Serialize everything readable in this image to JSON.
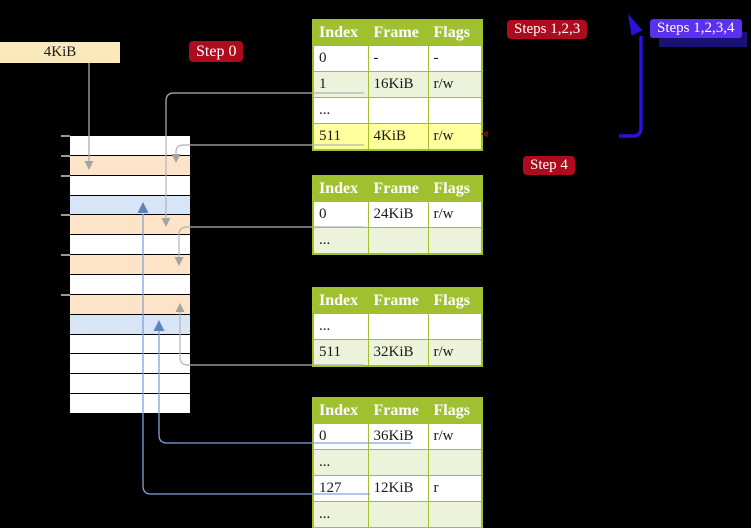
{
  "labels": {
    "frame_size": "4KiB"
  },
  "badges": {
    "step0": "Step 0",
    "steps123": "Steps 1,2,3",
    "steps1234": "Steps 1,2,3,4",
    "step4": "Step 4"
  },
  "colors": {
    "background": "#000000",
    "table_header_green": "#a0c030",
    "table_row_light_green": "#edf2da",
    "highlight_yellow": "#ffff9d",
    "page_table_row_orange": "#fde3c7",
    "mapped_frame_row_blue": "#d7e5f6",
    "frame_label_beige": "#fbe9bc",
    "badge_red": "#ae0c1e",
    "badge_blue": "#5a31ee",
    "thick_arrow_blue": "#2a12dc",
    "gray_connector": "#aaaaaa",
    "blue_connector": "#7fa3d8"
  },
  "memory": {
    "rows": [
      {
        "kind": "empty"
      },
      {
        "kind": "page-table"
      },
      {
        "kind": "empty"
      },
      {
        "kind": "mapped-frame"
      },
      {
        "kind": "page-table"
      },
      {
        "kind": "empty"
      },
      {
        "kind": "page-table"
      },
      {
        "kind": "empty"
      },
      {
        "kind": "page-table"
      },
      {
        "kind": "mapped-frame"
      },
      {
        "kind": "empty"
      },
      {
        "kind": "empty"
      },
      {
        "kind": "empty"
      },
      {
        "kind": "empty"
      }
    ]
  },
  "tables": [
    {
      "headers": [
        "Index",
        "Frame",
        "Flags"
      ],
      "rows": [
        {
          "index": "0",
          "frame": "-",
          "flags": "-"
        },
        {
          "index": "1",
          "frame": "16KiB",
          "flags": "r/w"
        },
        {
          "index": "...",
          "frame": "",
          "flags": ""
        },
        {
          "index": "511",
          "frame": "4KiB",
          "flags": "r/w",
          "highlighted": true
        }
      ]
    },
    {
      "headers": [
        "Index",
        "Frame",
        "Flags"
      ],
      "rows": [
        {
          "index": "0",
          "frame": "24KiB",
          "flags": "r/w"
        },
        {
          "index": "...",
          "frame": "",
          "flags": ""
        }
      ]
    },
    {
      "headers": [
        "Index",
        "Frame",
        "Flags"
      ],
      "rows": [
        {
          "index": "...",
          "frame": "",
          "flags": ""
        },
        {
          "index": "511",
          "frame": "32KiB",
          "flags": "r/w"
        }
      ]
    },
    {
      "headers": [
        "Index",
        "Frame",
        "Flags"
      ],
      "rows": [
        {
          "index": "0",
          "frame": "36KiB",
          "flags": "r/w"
        },
        {
          "index": "...",
          "frame": "",
          "flags": ""
        },
        {
          "index": "127",
          "frame": "12KiB",
          "flags": "r"
        },
        {
          "index": "...",
          "frame": "",
          "flags": ""
        }
      ]
    }
  ],
  "arrows": [
    {
      "from": "4KiB-label",
      "to": "memory-row-4KiB",
      "color": "gray"
    },
    {
      "from": "table1-entry-1",
      "to": "memory-row-16KiB",
      "color": "gray"
    },
    {
      "from": "table1-entry-511",
      "to": "memory-row-4KiB",
      "color": "gray"
    },
    {
      "from": "table2-entry-0",
      "to": "memory-row-24KiB",
      "color": "gray"
    },
    {
      "from": "table3-entry-511",
      "to": "memory-row-32KiB",
      "color": "gray"
    },
    {
      "from": "table4-entry-0",
      "to": "memory-row-36KiB",
      "color": "blue"
    },
    {
      "from": "table4-entry-127",
      "to": "memory-row-12KiB",
      "color": "blue"
    },
    {
      "from": "bottom-of-loop",
      "to": "top-of-loop",
      "color": "thick-blue"
    }
  ]
}
